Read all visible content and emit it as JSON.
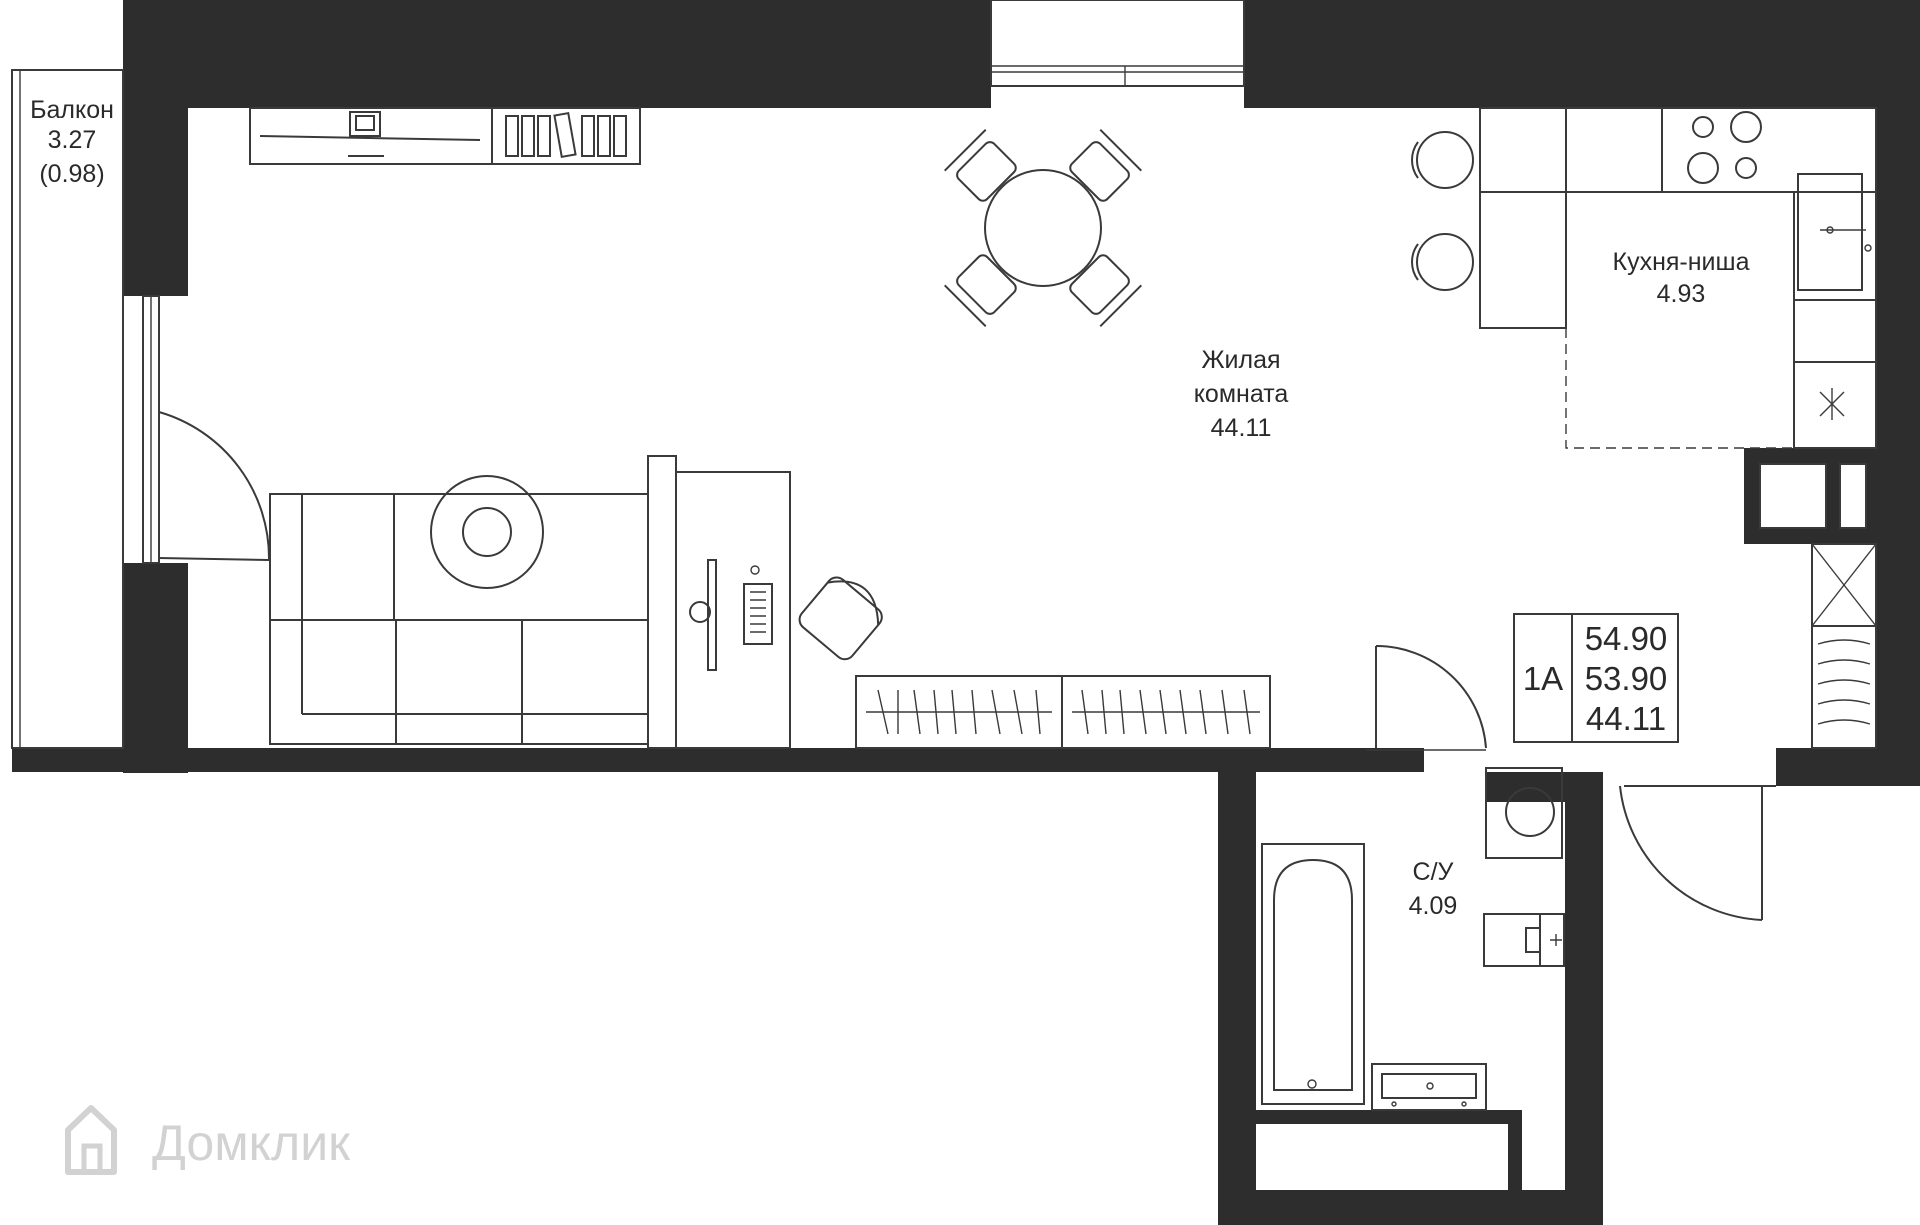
{
  "rooms": {
    "balcony": {
      "name": "Балкон",
      "area": "3.27",
      "reduced_area": "(0.98)"
    },
    "living": {
      "name_line1": "Жилая",
      "name_line2": "комната",
      "area": "44.11"
    },
    "kitchen": {
      "name": "Кухня-ниша",
      "area": "4.93"
    },
    "bathroom": {
      "name": "С/У",
      "area": "4.09"
    }
  },
  "badge": {
    "type": "1А",
    "total_area": "54.90",
    "area_without_balcony": "53.90",
    "living_area": "44.11"
  },
  "watermark": {
    "text": "Домклик",
    "icon": "house-logo-icon"
  },
  "colors": {
    "wall": "#2d2d2d",
    "line": "#3a3a3a",
    "background": "#ffffff",
    "watermark": "#d2d2d2"
  }
}
